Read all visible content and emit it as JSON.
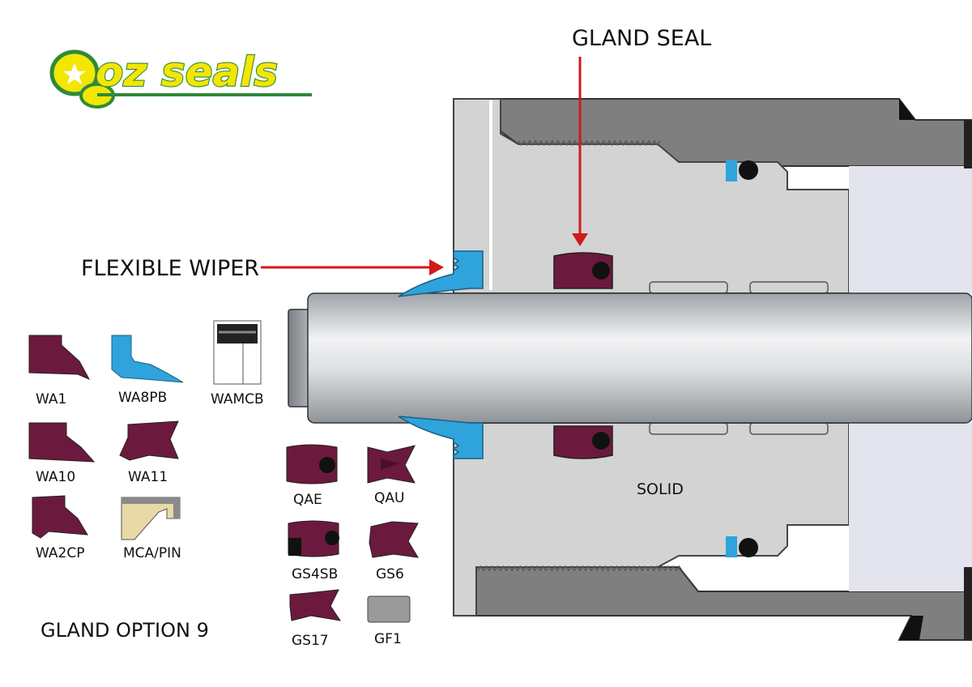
{
  "logo": {
    "text": "oz seals"
  },
  "labels": {
    "gland_seal": "GLAND SEAL",
    "flexible_wiper": "FLEXIBLE WIPER",
    "solid": "SOLID",
    "gland_option": "GLAND OPTION 9"
  },
  "profiles": [
    {
      "code": "WA1",
      "color": "#6b1a3d"
    },
    {
      "code": "WA8PB",
      "color": "#2fa3dc"
    },
    {
      "code": "WAMCB",
      "color": "#1a1a1a"
    },
    {
      "code": "WA10",
      "color": "#6b1a3d"
    },
    {
      "code": "WA11",
      "color": "#6b1a3d"
    },
    {
      "code": "WA2CP",
      "color": "#6b1a3d"
    },
    {
      "code": "MCA/PIN",
      "color": "#e8d9a8"
    },
    {
      "code": "QAE",
      "color": "#6b1a3d"
    },
    {
      "code": "QAU",
      "color": "#6b1a3d"
    },
    {
      "code": "GS4SB",
      "color": "#6b1a3d"
    },
    {
      "code": "GS6",
      "color": "#6b1a3d"
    },
    {
      "code": "GS17",
      "color": "#6b1a3d"
    },
    {
      "code": "GF1",
      "color": "#9a9a9a"
    }
  ],
  "colors": {
    "seal": "#6b1a3d",
    "wiper": "#2fa3dc",
    "arrow": "#d11a1a",
    "housing_dark": "#7f7f7f",
    "gland_light": "#d3d3d3",
    "logo_yellow": "#f3e600",
    "logo_green": "#2f8a3a"
  }
}
